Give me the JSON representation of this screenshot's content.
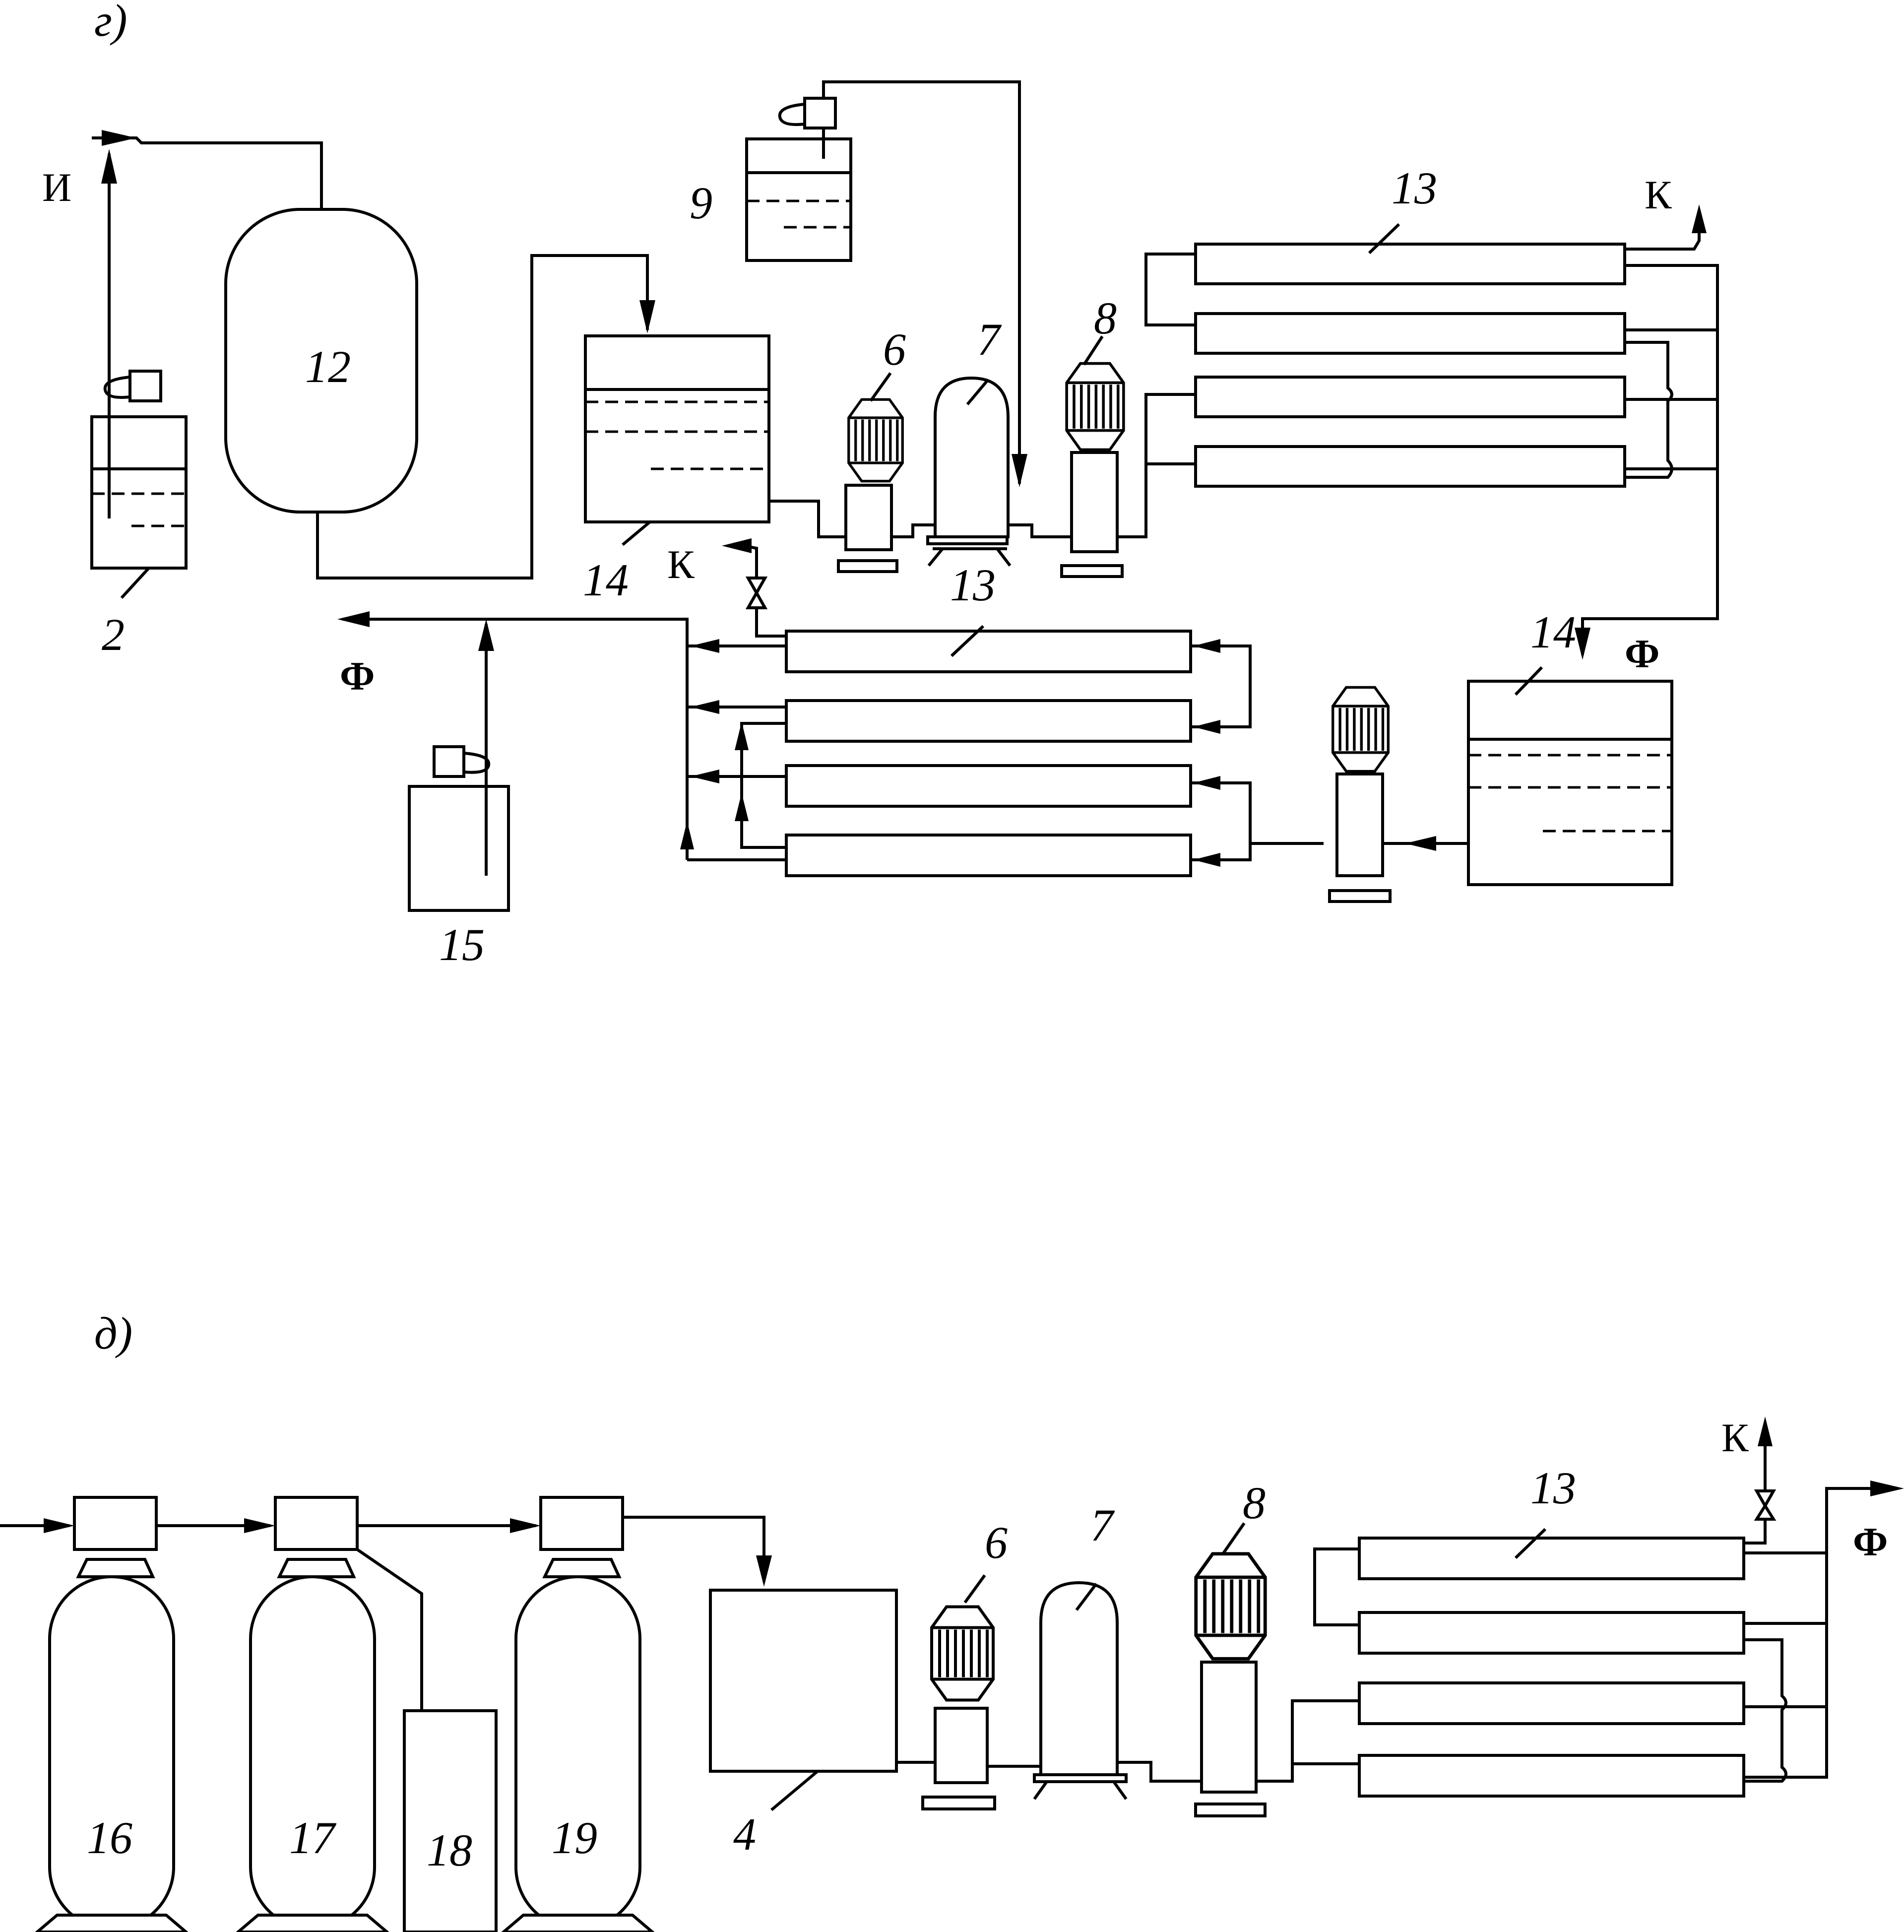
{
  "diagram_g": {
    "caption": "г)",
    "labels": {
      "i": "И",
      "k_top": "К",
      "k_mid": "К",
      "f_left": "Ф",
      "f_right": "Ф",
      "n2": "2",
      "n12": "12",
      "n9": "9",
      "n14a": "14",
      "n6": "6",
      "n7": "7",
      "n8": "8",
      "n13a": "13",
      "n13b": "13",
      "n14b": "14",
      "n15": "15"
    }
  },
  "diagram_d": {
    "caption": "д)",
    "labels": {
      "n16": "16",
      "n17": "17",
      "n18": "18",
      "n19": "19",
      "n4": "4",
      "n6": "6",
      "n7": "7",
      "n8": "8",
      "n13": "13",
      "k": "К",
      "f": "Ф"
    }
  }
}
